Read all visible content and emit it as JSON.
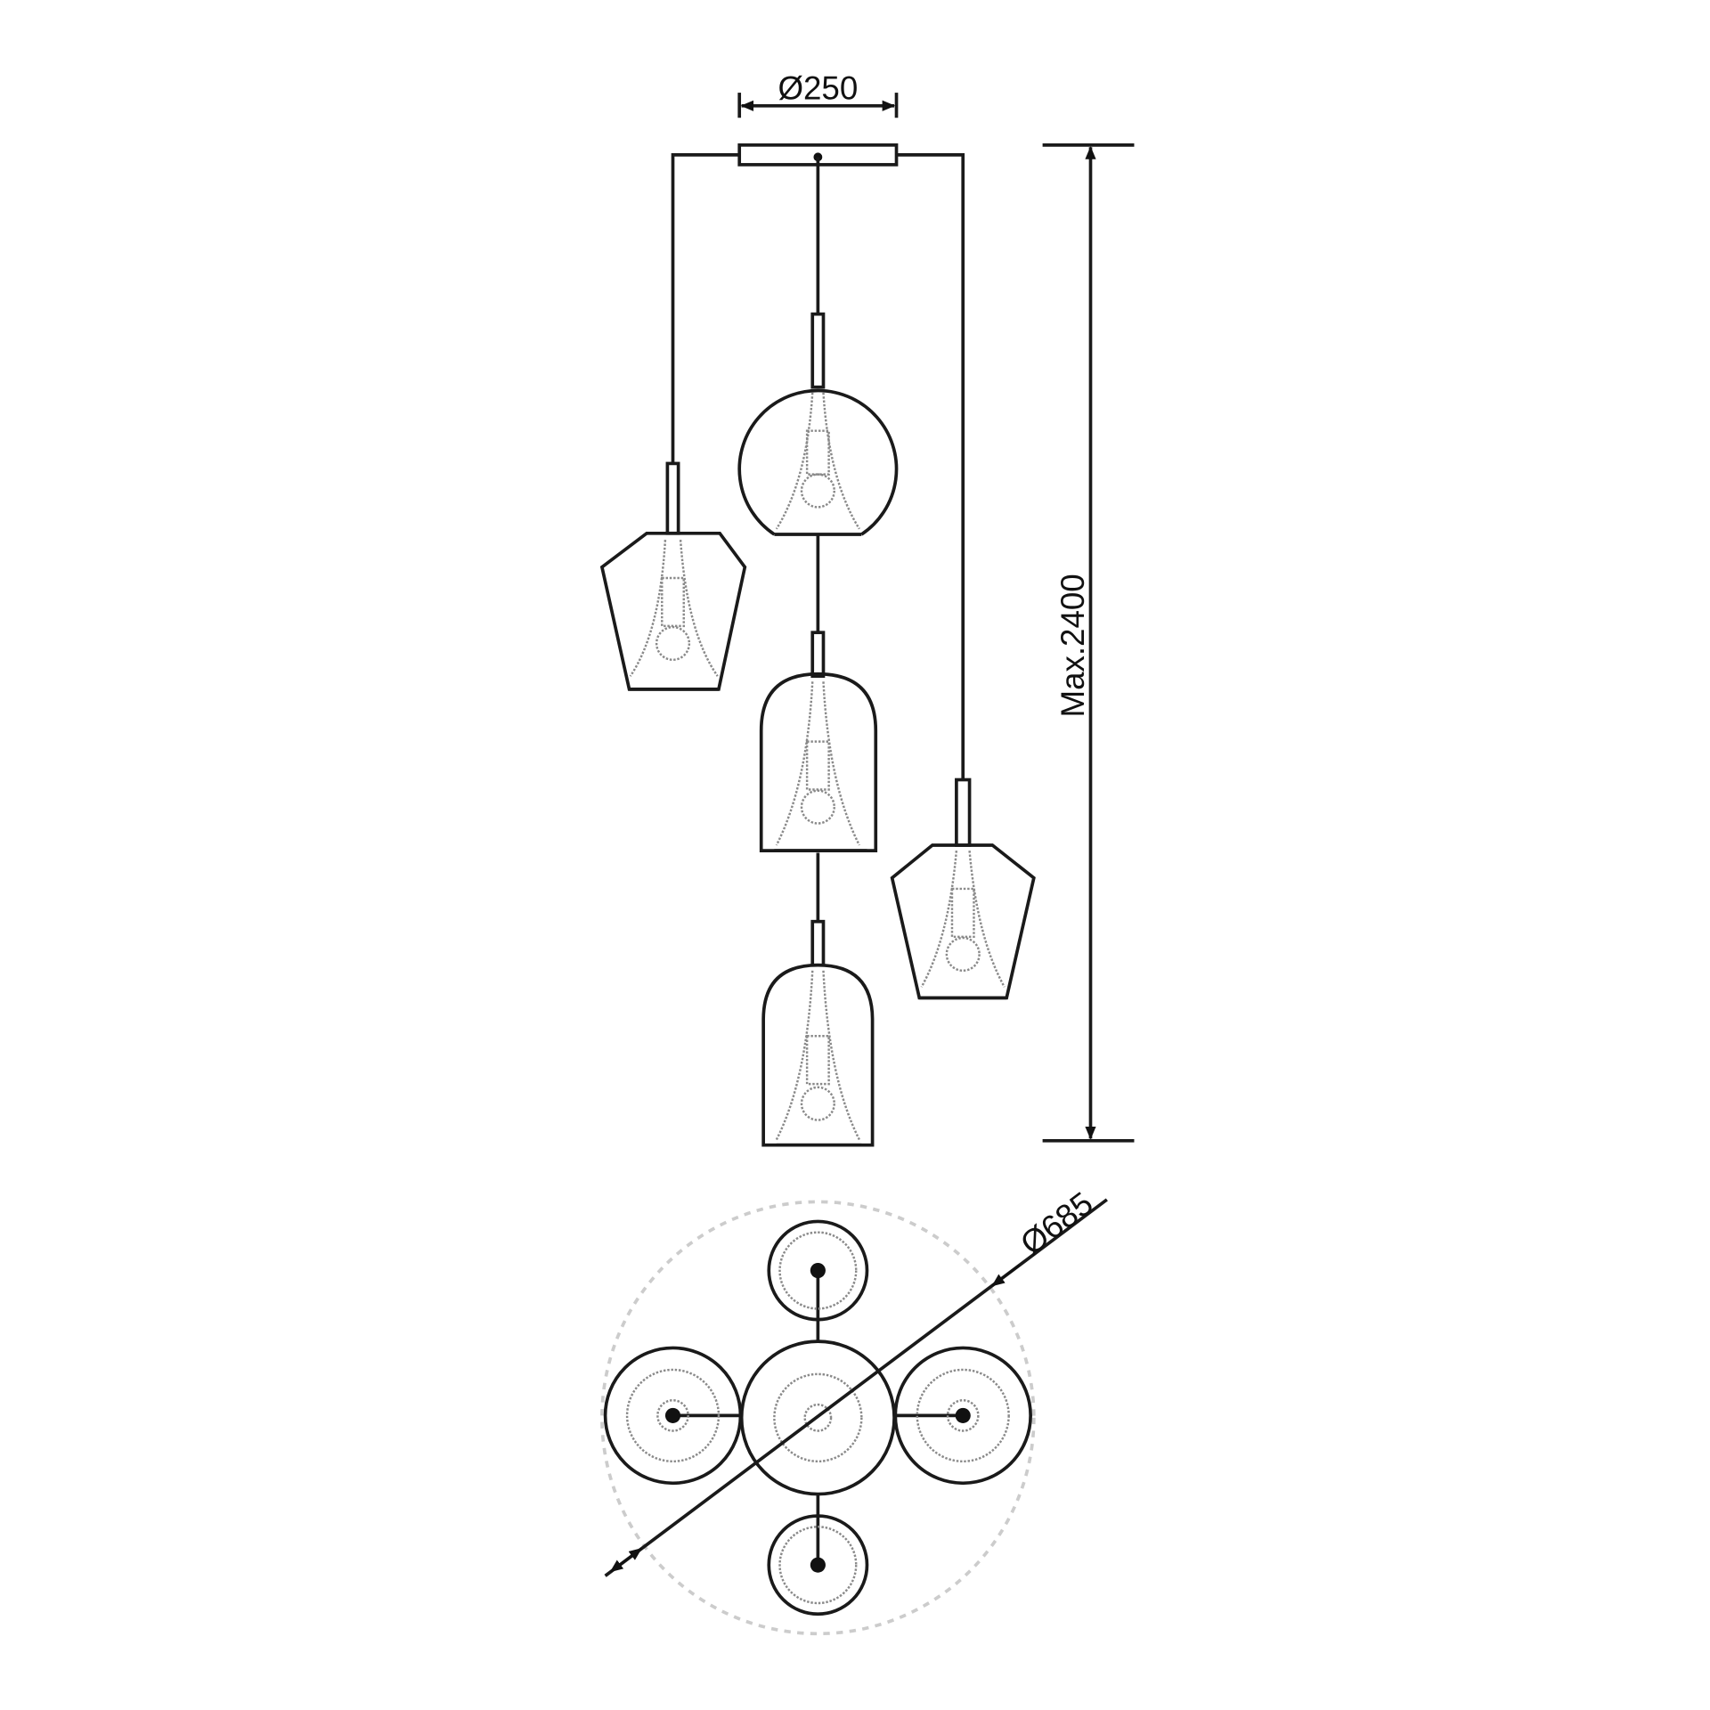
{
  "dimensions": {
    "canopy_diameter": "Ø250",
    "max_height": "Max.2400",
    "overall_diameter": "Ø685"
  },
  "colors": {
    "line": "#1a1a1a",
    "hidden": "#8a8a8a",
    "outline_dashed": "#cccccc"
  }
}
